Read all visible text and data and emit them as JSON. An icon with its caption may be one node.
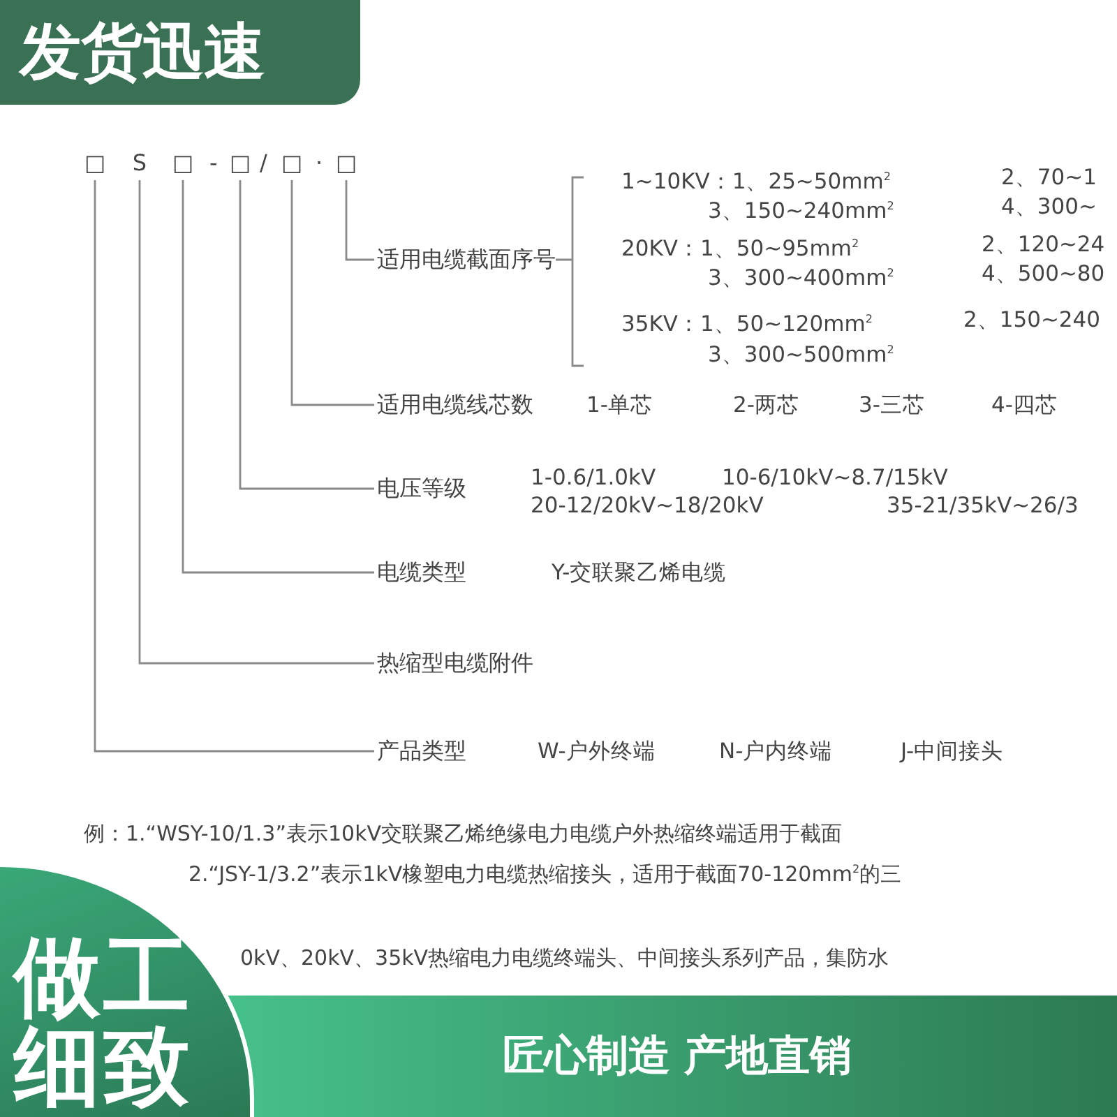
{
  "diagram": {
    "nodes": [
      {
        "text": [
          "□"
        ]
      },
      {
        "text": [
          "S"
        ]
      },
      {
        "text": [
          "□"
        ]
      },
      {
        "text": [
          "□"
        ]
      },
      {
        "text": [
          "□"
        ]
      },
      {
        "text": [
          "□"
        ]
      },
      {
        "text": [
          "适用电缆截面序号"
        ],
        "beside": [
          "1~10KV：1、25~50mm$^{2}$",
          "2、70~1",
          "3、150~240mm$^{2}$",
          "4、300~",
          "20KV：1、50~95mm$^{2}$",
          "2、120~24",
          "3、300~400mm$^{2}$",
          "4、500~80",
          "35KV：1、50~120mm$^{2}$",
          "2、150~240",
          "3、300~500mm$^{2}$"
        ]
      },
      {
        "text": [
          "适用电缆线芯数"
        ],
        "beside": [
          "1-单芯",
          "2-两芯",
          "3-三芯",
          "4-四芯"
        ]
      },
      {
        "text": [
          "电压等级"
        ],
        "beside": [
          "1-0.6/1.0kV",
          "10-6/10kV~8.7/15kV",
          "20-12/20kV~18/20kV",
          "35-21/35kV~26/3"
        ]
      },
      {
        "text": [
          "电缆类型"
        ],
        "beside": [
          "Y-交联聚乙烯电缆"
        ]
      },
      {
        "text": [
          "热缩型电缆附件"
        ]
      },
      {
        "text": [
          "产品类型"
        ],
        "beside": [
          "W-户外终端",
          "N-户内终端",
          "J-中间接头"
        ]
      }
    ],
    "edges": [
      {
        "from": 5,
        "to": 6,
        "arrow": "none"
      },
      {
        "from": 4,
        "to": 7,
        "arrow": "none"
      },
      {
        "from": 3,
        "to": 8,
        "arrow": "none"
      },
      {
        "from": 2,
        "to": 9,
        "arrow": "none"
      },
      {
        "from": 1,
        "to": 10,
        "arrow": "none"
      },
      {
        "from": 0,
        "to": 11,
        "arrow": "none"
      }
    ],
    "labels": [
      "发货迅速",
      "-",
      "/",
      "·",
      "例：1.“WSY-10/1.3”表示10kV交联聚乙烯绝缘电力电缆户外热缩终端适用于截面",
      "2.“JSY-1/3.2”表示1kV橡塑电力电缆热缩接头，适用于截面70-120mm$^{2}$的三",
      "0kV、20kV、35kV热缩电力电缆终端头、中间接头系列产品，集防水",
      "做工细致",
      "匠心制造 产地直销"
    ]
  }
}
